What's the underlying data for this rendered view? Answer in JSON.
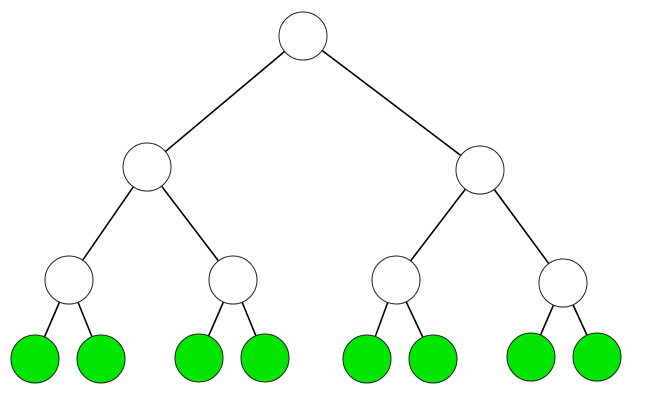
{
  "colors": {
    "background": "#ffffff",
    "edge": "#000000",
    "node_outline": "#222222",
    "internal_node_fill": "#ffffff",
    "leaf_node_fill": "#00e600"
  },
  "tree": {
    "type": "binary-tree",
    "depth": 3,
    "internal_node_count": 7,
    "leaf_count": 8,
    "nodes": [
      {
        "id": "n1",
        "kind": "internal",
        "children": [
          "n2",
          "n3"
        ]
      },
      {
        "id": "n2",
        "kind": "internal",
        "children": [
          "n4",
          "n5"
        ]
      },
      {
        "id": "n3",
        "kind": "internal",
        "children": [
          "n6",
          "n7"
        ]
      },
      {
        "id": "n4",
        "kind": "internal",
        "children": [
          "l1",
          "l2"
        ]
      },
      {
        "id": "n5",
        "kind": "internal",
        "children": [
          "l3",
          "l4"
        ]
      },
      {
        "id": "n6",
        "kind": "internal",
        "children": [
          "l5",
          "l6"
        ]
      },
      {
        "id": "n7",
        "kind": "internal",
        "children": [
          "l7",
          "l8"
        ]
      },
      {
        "id": "l1",
        "kind": "leaf",
        "children": []
      },
      {
        "id": "l2",
        "kind": "leaf",
        "children": []
      },
      {
        "id": "l3",
        "kind": "leaf",
        "children": []
      },
      {
        "id": "l4",
        "kind": "leaf",
        "children": []
      },
      {
        "id": "l5",
        "kind": "leaf",
        "children": []
      },
      {
        "id": "l6",
        "kind": "leaf",
        "children": []
      },
      {
        "id": "l7",
        "kind": "leaf",
        "children": []
      },
      {
        "id": "l8",
        "kind": "leaf",
        "children": []
      }
    ]
  }
}
